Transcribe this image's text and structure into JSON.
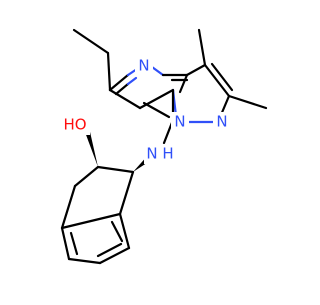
{
  "molecule": {
    "atoms": {
      "n_ring_top": "N",
      "n_bridge": "N",
      "n_pyrazole": "N",
      "ho": "HO",
      "nh": "N",
      "h_on_nh": "H"
    },
    "colors": {
      "nitrogen": "#3050F8",
      "oxygen": "#FF0D0D",
      "carbon": "#000000"
    }
  }
}
